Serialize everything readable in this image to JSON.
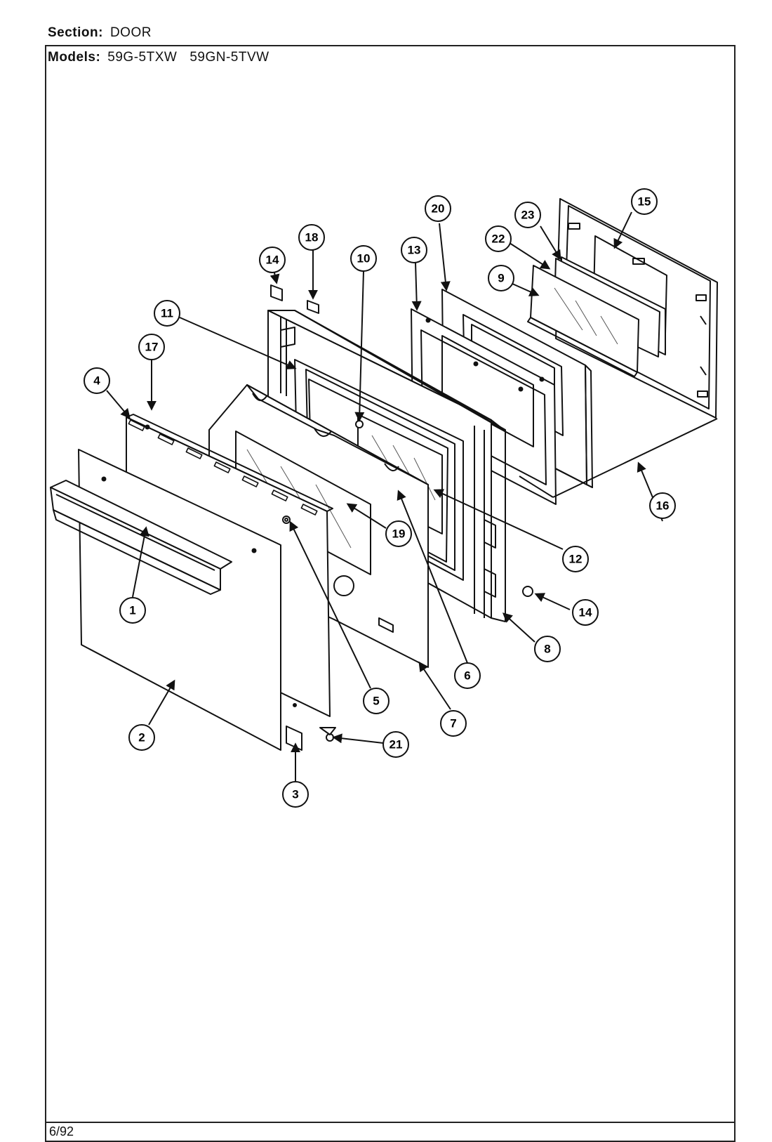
{
  "header": {
    "section_label": "Section:",
    "section_value": "DOOR",
    "models_label": "Models:",
    "models": [
      "59G-5TXW",
      "59GN-5TVW"
    ]
  },
  "footer": {
    "date_code": "6/92"
  },
  "callouts": [
    "1",
    "2",
    "3",
    "4",
    "5",
    "6",
    "7",
    "8",
    "9",
    "10",
    "11",
    "12",
    "13",
    "14",
    "14",
    "15",
    "16",
    "17",
    "18",
    "19",
    "20",
    "21",
    "22",
    "23"
  ],
  "colors": {
    "ink": "#111111",
    "glass_hatch": "#555555",
    "paper": "#ffffff"
  }
}
